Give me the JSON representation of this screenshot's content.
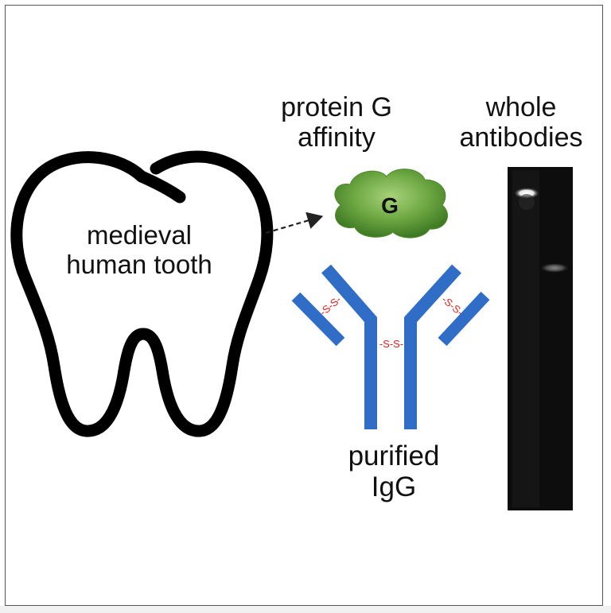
{
  "tooth": {
    "line1": "medieval",
    "line2": "human tooth"
  },
  "protein_g": {
    "line1": "protein G",
    "line2": "affinity",
    "bead_letter": "G"
  },
  "gel": {
    "line1": "whole",
    "line2": "antibodies"
  },
  "antibody": {
    "disulfide_label": "-S-S-",
    "line1": "purified",
    "line2": "IgG"
  },
  "colors": {
    "antibody_blue": "#2f6dc6",
    "disulfide_red": "#e0201b",
    "bead_green": "#5e9a35",
    "gel_background": "#0d0d0d",
    "outline": "#000000"
  }
}
